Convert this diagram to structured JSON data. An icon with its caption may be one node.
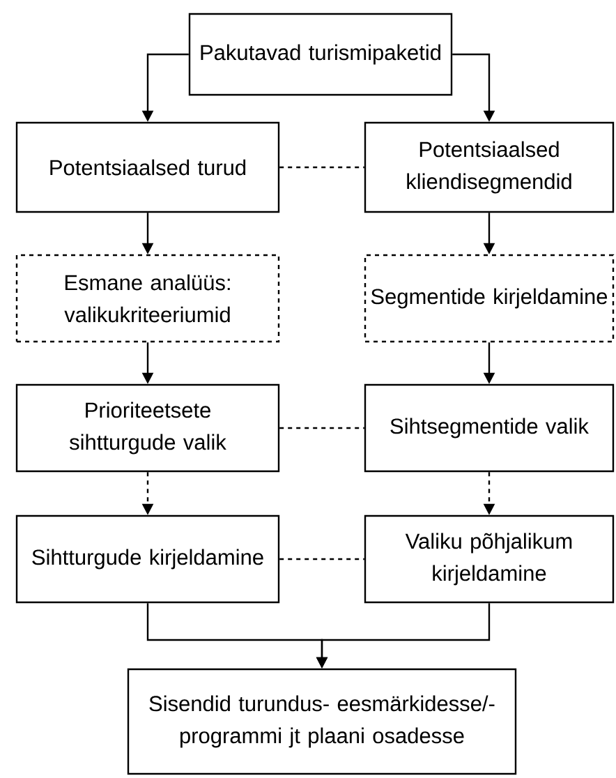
{
  "diagram": {
    "nodes": [
      {
        "text": [
          "Pakutavad turismipaketid"
        ]
      },
      {
        "text": [
          "Potentsiaalsed turud"
        ]
      },
      {
        "text": [
          "Potentsiaalsed kliendisegmendid"
        ]
      },
      {
        "text": [
          "Esmane analüüs: valikukriteeriumid"
        ]
      },
      {
        "text": [
          "Segmentide kirjeldamine"
        ]
      },
      {
        "text": [
          "Prioriteetsete sihtturgude valik"
        ]
      },
      {
        "text": [
          "Sihtsegmentide valik"
        ]
      },
      {
        "text": [
          "Sihtturgude kirjeldamine"
        ]
      },
      {
        "text": [
          "Valiku põhjalikum kirjeldamine"
        ]
      },
      {
        "text": [
          "Sisendid turundus- eesmärkidesse/-programmi jt plaani osadesse"
        ]
      }
    ],
    "edges": [
      {
        "from": 0,
        "to": 1,
        "arrow": "to"
      },
      {
        "from": 0,
        "to": 2,
        "arrow": "to"
      },
      {
        "from": 1,
        "to": 2,
        "arrow": "none",
        "style": "dashed"
      },
      {
        "from": 1,
        "to": 3,
        "arrow": "to"
      },
      {
        "from": 2,
        "to": 4,
        "arrow": "to"
      },
      {
        "from": 3,
        "to": 5,
        "arrow": "to"
      },
      {
        "from": 4,
        "to": 6,
        "arrow": "to"
      },
      {
        "from": 5,
        "to": 6,
        "arrow": "none",
        "style": "dashed"
      },
      {
        "from": 5,
        "to": 7,
        "arrow": "to",
        "style": "dashed"
      },
      {
        "from": 6,
        "to": 8,
        "arrow": "to",
        "style": "dashed"
      },
      {
        "from": 7,
        "to": 8,
        "arrow": "none",
        "style": "dashed"
      },
      {
        "from": 7,
        "to": 9,
        "arrow": "to"
      },
      {
        "from": 8,
        "to": 9,
        "arrow": "to"
      }
    ]
  }
}
